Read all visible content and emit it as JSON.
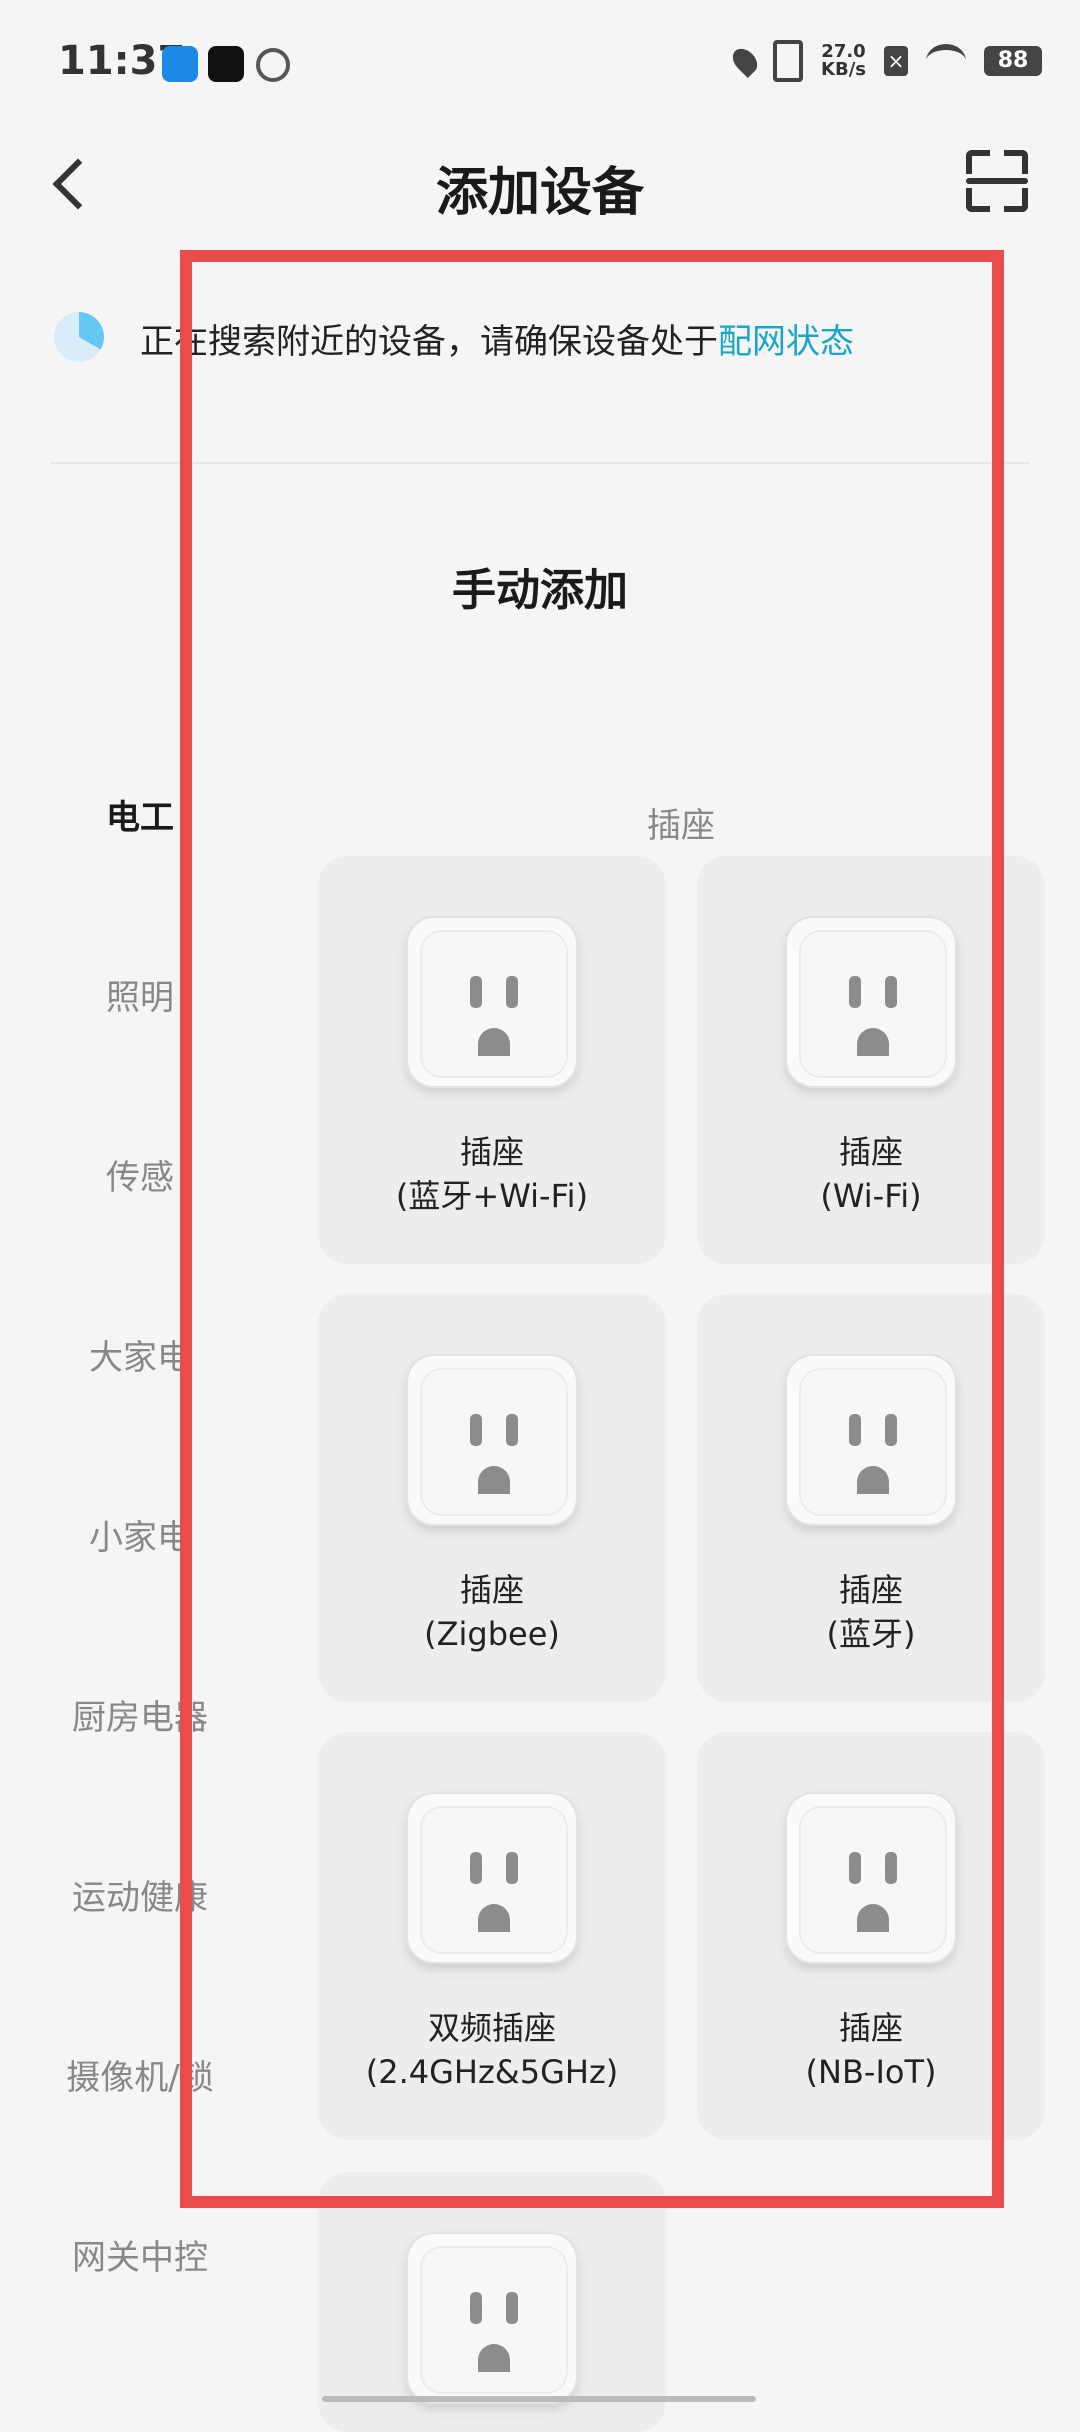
{
  "status_bar": {
    "time": "11:37",
    "speed_value": "27.0",
    "speed_unit": "KB/s",
    "battery": "88"
  },
  "header": {
    "title": "添加设备"
  },
  "search": {
    "notice": "正在搜索附近的设备，请确保设备处于",
    "link": "配网状态"
  },
  "section_title": "手动添加",
  "sidebar": {
    "items": [
      {
        "label": "电工"
      },
      {
        "label": "照明"
      },
      {
        "label": "传感"
      },
      {
        "label": "大家电"
      },
      {
        "label": "小家电"
      },
      {
        "label": "厨房电器"
      },
      {
        "label": "运动健康"
      },
      {
        "label": "摄像机/锁"
      },
      {
        "label": "网关中控"
      }
    ],
    "active": "电工"
  },
  "subcategory": "插座",
  "devices": [
    {
      "line1": "插座",
      "line2": "(蓝牙+Wi-Fi)"
    },
    {
      "line1": "插座",
      "line2": "(Wi-Fi)"
    },
    {
      "line1": "插座",
      "line2": "(Zigbee)"
    },
    {
      "line1": "插座",
      "line2": "(蓝牙)"
    },
    {
      "line1": "双频插座",
      "line2": "(2.4GHz&5GHz)"
    },
    {
      "line1": "插座",
      "line2": "(NB-IoT)"
    },
    {
      "line1": "",
      "line2": ""
    }
  ],
  "colors": {
    "accent": "#1aa6c8",
    "highlight": "#ea4c4c"
  }
}
